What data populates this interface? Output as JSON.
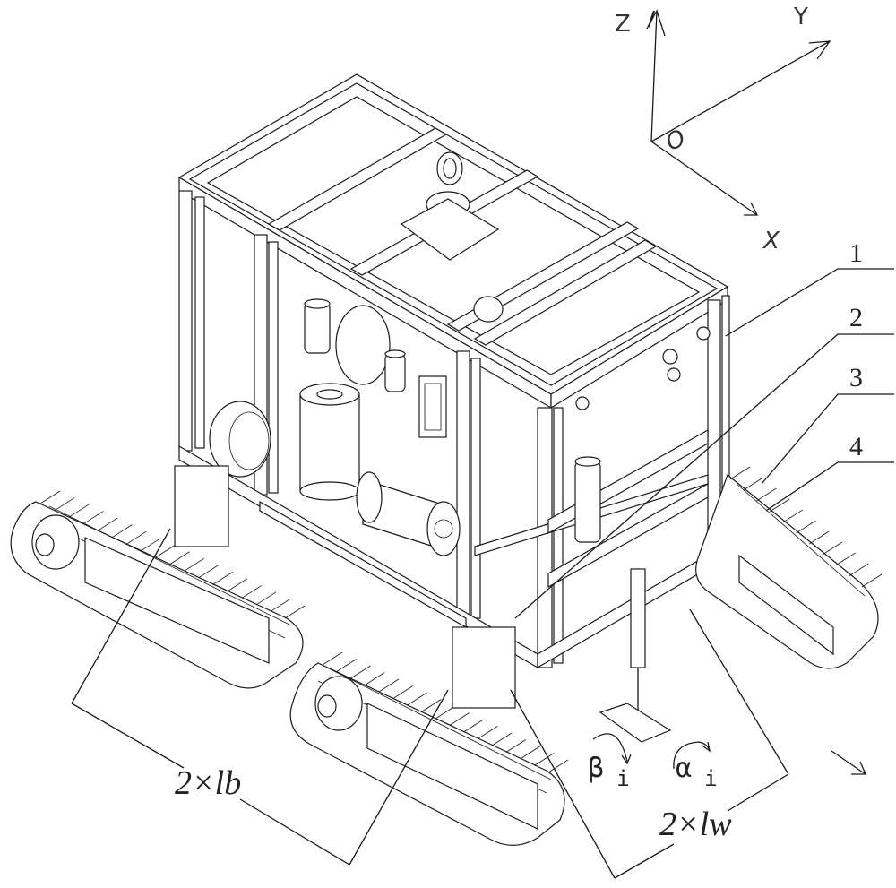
{
  "figure": {
    "axes": {
      "z": "Z",
      "y": "Y",
      "x": "X",
      "origin": "O"
    },
    "part_labels": [
      "1",
      "2",
      "3",
      "4"
    ],
    "dimensions": {
      "track_length": "2×lb",
      "track_width": "2×lw"
    },
    "angles": {
      "beta": {
        "symbol": "β",
        "subscript": "i"
      },
      "alpha": {
        "symbol": "α",
        "subscript": "i"
      }
    },
    "line_color": "#1a1a1a",
    "background": "#ffffff"
  }
}
